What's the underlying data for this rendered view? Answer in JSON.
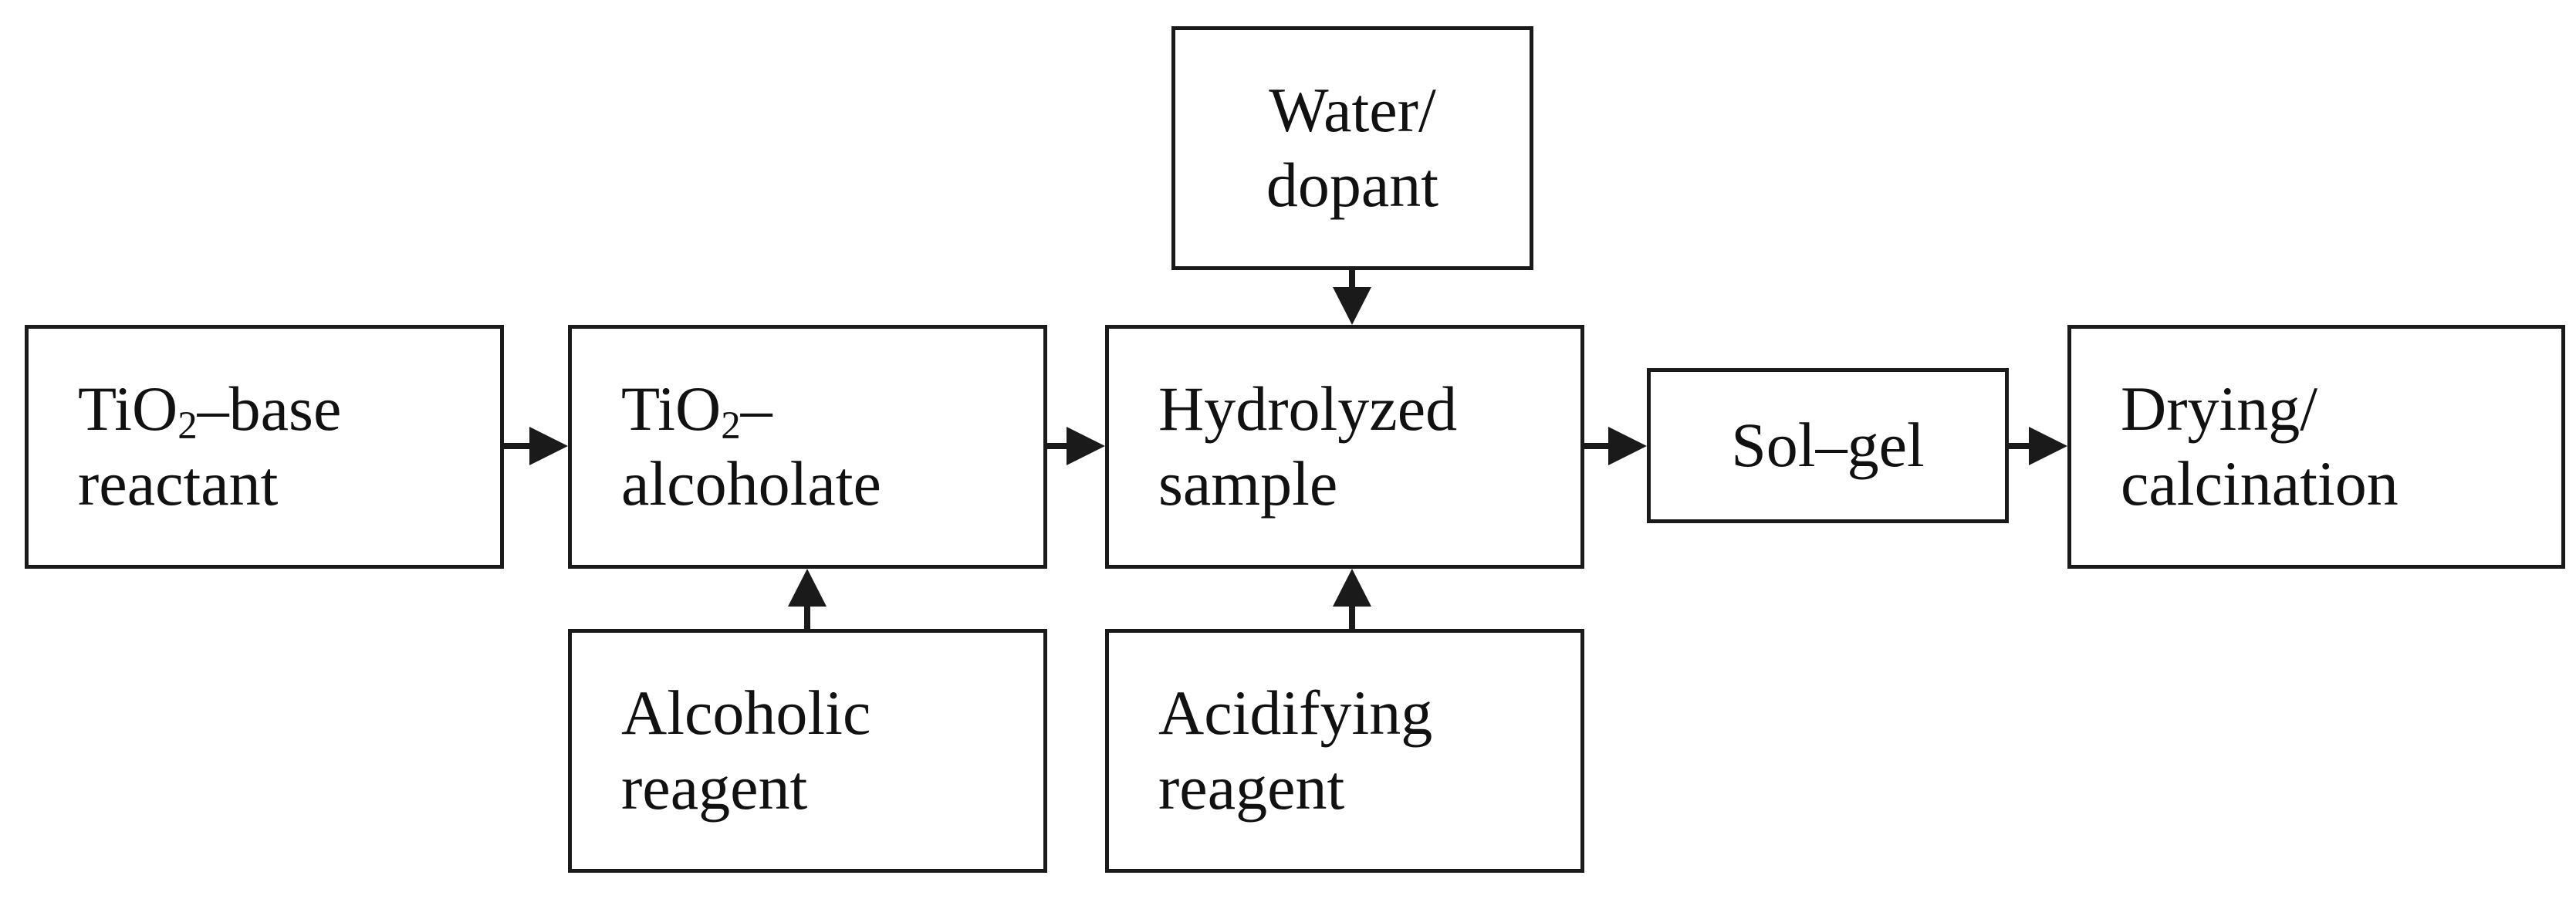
{
  "diagram": {
    "boxes": {
      "tio2_base_reactant": {
        "line1_pre": "TiO",
        "line1_sub": "2",
        "line1_post": "–base",
        "line2": "reactant"
      },
      "tio2_alcoholate": {
        "line1_pre": "TiO",
        "line1_sub": "2",
        "line1_post": "–",
        "line2": "alcoholate"
      },
      "hydrolyzed_sample": {
        "line1": "Hydrolyzed",
        "line2": "sample"
      },
      "sol_gel": {
        "line1": "Sol–gel"
      },
      "drying_calcination": {
        "line1": "Drying/",
        "line2": "calcination"
      },
      "water_dopant": {
        "line1": "Water/",
        "line2": "dopant"
      },
      "alcoholic_reagent": {
        "line1": "Alcoholic",
        "line2": "reagent"
      },
      "acidifying_reagent": {
        "line1": "Acidifying",
        "line2": "reagent"
      }
    },
    "edges": [
      {
        "from": "TiO2–base reactant",
        "to": "TiO2–alcoholate"
      },
      {
        "from": "TiO2–alcoholate",
        "to": "Hydrolyzed sample"
      },
      {
        "from": "Hydrolyzed sample",
        "to": "Sol–gel"
      },
      {
        "from": "Sol–gel",
        "to": "Drying/calcination"
      },
      {
        "from": "Water/dopant",
        "to": "Hydrolyzed sample"
      },
      {
        "from": "Alcoholic reagent",
        "to": "TiO2–alcoholate"
      },
      {
        "from": "Acidifying reagent",
        "to": "Hydrolyzed sample"
      }
    ]
  }
}
